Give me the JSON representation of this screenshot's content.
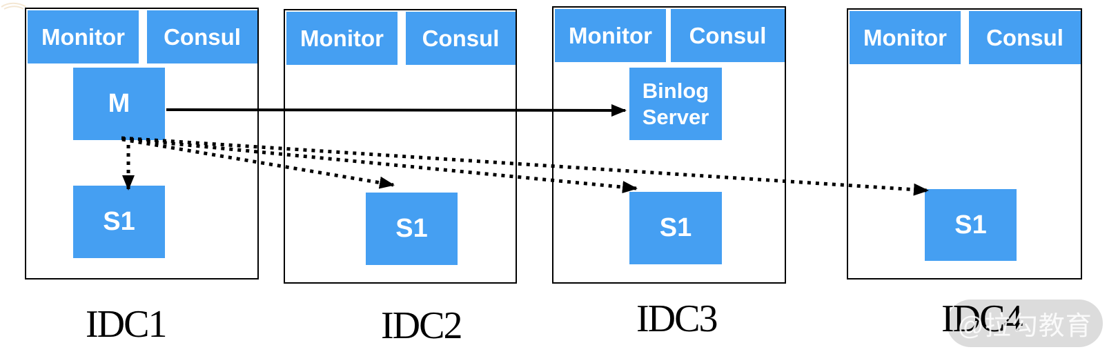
{
  "colors": {
    "node_blue": "#459ff2",
    "line_black": "#000000"
  },
  "idcs": [
    {
      "label": "IDC1",
      "services": [
        {
          "label": "Monitor"
        },
        {
          "label": "Consul"
        }
      ],
      "nodes": [
        {
          "id": "master",
          "label": "M"
        },
        {
          "id": "slave1",
          "label": "S1"
        }
      ]
    },
    {
      "label": "IDC2",
      "services": [
        {
          "label": "Monitor"
        },
        {
          "label": "Consul"
        }
      ],
      "nodes": [
        {
          "id": "slave1",
          "label": "S1"
        }
      ]
    },
    {
      "label": "IDC3",
      "services": [
        {
          "label": "Monitor"
        },
        {
          "label": "Consul"
        }
      ],
      "nodes": [
        {
          "id": "binlog-server",
          "label": "Binlog Server"
        },
        {
          "id": "slave1",
          "label": "S1"
        }
      ]
    },
    {
      "label": "IDC4",
      "services": [
        {
          "label": "Monitor"
        },
        {
          "label": "Consul"
        }
      ],
      "nodes": [
        {
          "id": "slave1",
          "label": "S1"
        }
      ]
    }
  ],
  "edges": [
    {
      "from": "idc1.master",
      "to": "idc3.binlog-server",
      "style": "solid"
    },
    {
      "from": "idc1.master",
      "to": "idc1.slave1",
      "style": "dotted"
    },
    {
      "from": "idc1.master",
      "to": "idc2.slave1",
      "style": "dotted"
    },
    {
      "from": "idc1.master",
      "to": "idc3.slave1",
      "style": "dotted"
    },
    {
      "from": "idc1.master",
      "to": "idc4.slave1",
      "style": "dotted"
    }
  ],
  "watermark": {
    "text": "@拉勾教育"
  }
}
